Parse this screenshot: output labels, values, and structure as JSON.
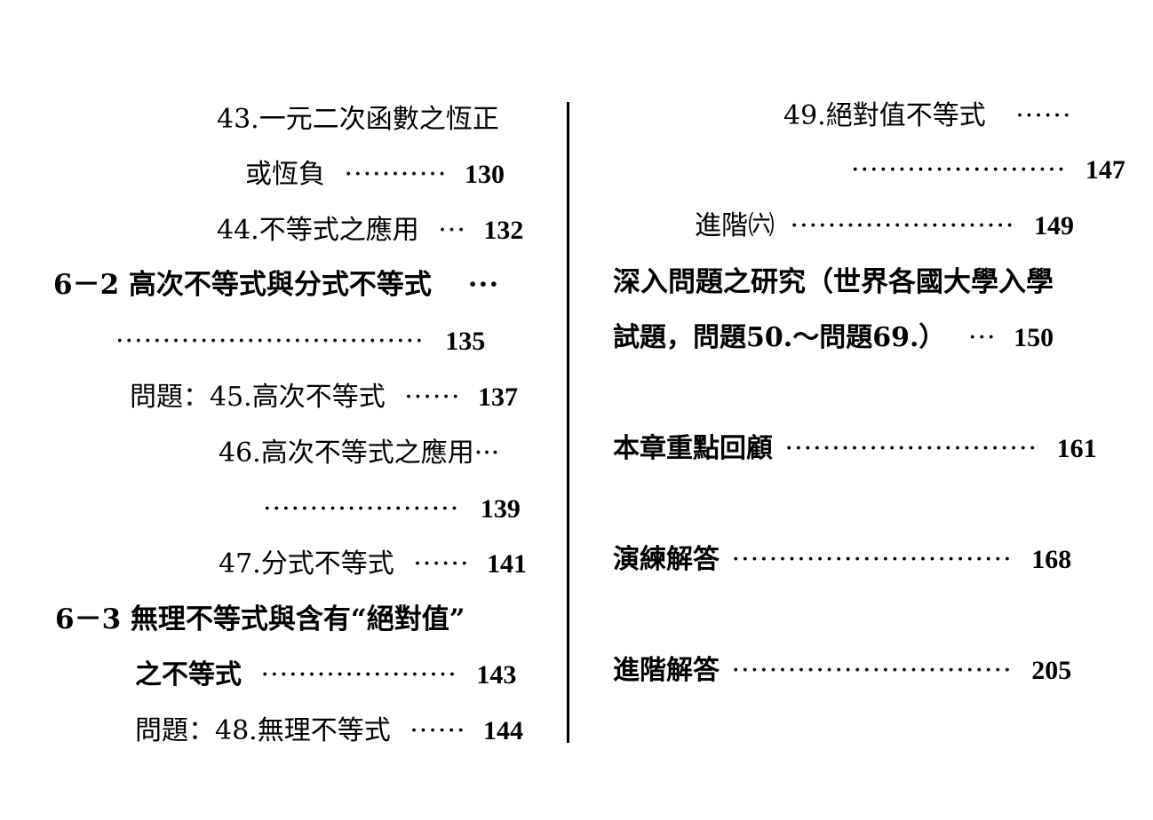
{
  "left_column": {
    "entry_43_line1": "43.一元二次函數之恆正",
    "entry_43_line2_text": "或恆負",
    "entry_43_leader": "···········",
    "entry_43_page": "130",
    "entry_44_text": "44.不等式之應用",
    "entry_44_leader": "···",
    "entry_44_page": "132",
    "section_6_2_title": "6－2 高次不等式與分式不等式",
    "section_6_2_leader_a": "···",
    "section_6_2_leader_b": "·································",
    "section_6_2_page": "135",
    "entry_45_text": "問題：45.高次不等式",
    "entry_45_leader": "······",
    "entry_45_page": "137",
    "entry_46_line1": "46.高次不等式之應用···",
    "entry_46_leader": "·····················",
    "entry_46_page": "139",
    "entry_47_text": "47.分式不等式",
    "entry_47_leader": "······",
    "entry_47_page": "141",
    "section_6_3_title": "6－3 無理不等式與含有“絕對值”",
    "section_6_3_line2_text": "之不等式",
    "section_6_3_leader": "·····················",
    "section_6_3_page": "143",
    "entry_48_text": "問題：48.無理不等式",
    "entry_48_leader": "······",
    "entry_48_page": "144"
  },
  "right_column": {
    "entry_49_text": "49.絕對值不等式",
    "entry_49_leader_a": "······",
    "entry_49_leader_b": "·······················",
    "entry_49_page": "147",
    "advanced_6_text": "進階㈥",
    "advanced_6_leader": "························",
    "advanced_6_page": "149",
    "deep_problems_line1": "深入問題之研究（世界各國大學入學",
    "deep_problems_line2": "試題，問題50.～問題69.）",
    "deep_problems_leader": "···",
    "deep_problems_page": "150",
    "review_text": "本章重點回顧",
    "review_leader": "···························",
    "review_page": "161",
    "practice_answers_text": "演練解答",
    "practice_answers_leader": "······························",
    "practice_answers_page": "168",
    "advanced_answers_text": "進階解答",
    "advanced_answers_leader": "······························",
    "advanced_answers_page": "205"
  }
}
